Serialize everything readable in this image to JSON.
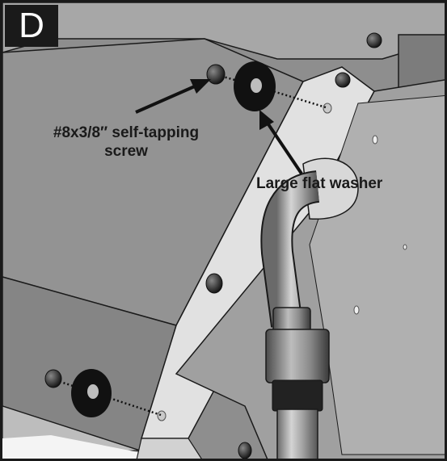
{
  "step": {
    "letter": "D"
  },
  "callouts": {
    "screw": {
      "line1": "#8x3/8″ self-tapping",
      "line2": "screw"
    },
    "washer": {
      "label": "Large flat washer"
    }
  },
  "colors": {
    "panel_light": "#e1e1e1",
    "panel_mid": "#9a9a9a",
    "panel_dark": "#6f6f6f",
    "outline": "#1a1a1a",
    "washer": "#111111"
  }
}
